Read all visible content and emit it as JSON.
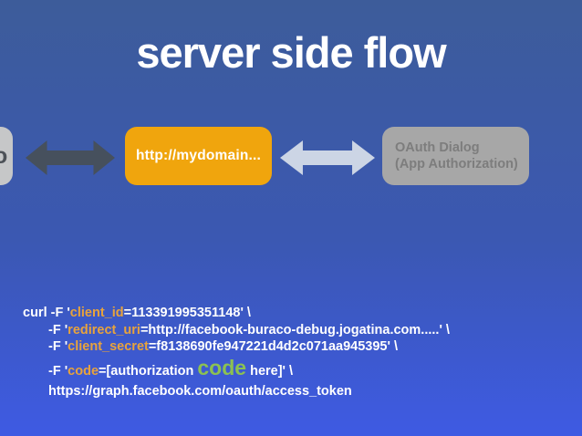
{
  "slide": {
    "title": "server side flow"
  },
  "diagram": {
    "left_partial_box": {
      "visible_text": "o"
    },
    "mydomain_box": {
      "label": "http://mydomain...",
      "bg_color": "#f0a50d"
    },
    "oauth_box": {
      "line1": "OAuth Dialog",
      "line2": "(App Authorization)",
      "bg_color": "#a7a7a7",
      "text_color": "#7d7d7d"
    },
    "arrows": {
      "dark_color": "#46505d",
      "light_color": "#ccd5e5"
    }
  },
  "curl": {
    "key_color": "#e8a33c",
    "highlight_color": "#8cc152",
    "lines": [
      {
        "segments": [
          {
            "text": "curl -F '"
          },
          {
            "text": "client_id"
          },
          {
            "text": "=113391995351148' \\"
          }
        ]
      },
      {
        "segments": [
          {
            "text": "-F '"
          },
          {
            "text": "redirect_uri"
          },
          {
            "text": "=http://facebook-buraco-debug.jogatina.com.....' \\"
          }
        ]
      },
      {
        "segments": [
          {
            "text": "-F '"
          },
          {
            "text": "client_secret"
          },
          {
            "text": "=f8138690fe947221d4d2c071aa945395' \\"
          }
        ]
      },
      {
        "segments": [
          {
            "text": "-F '"
          },
          {
            "text": "code"
          },
          {
            "text": "=[authorization "
          },
          {
            "text": "code"
          },
          {
            "text": " here]' \\"
          }
        ]
      },
      {
        "segments": [
          {
            "text": "https://graph.facebook.com/oauth/access_token"
          }
        ]
      }
    ]
  },
  "colors": {
    "background_top": "#3d5c9a",
    "background_bottom": "#3e5ae3",
    "title_color": "#ffffff"
  }
}
